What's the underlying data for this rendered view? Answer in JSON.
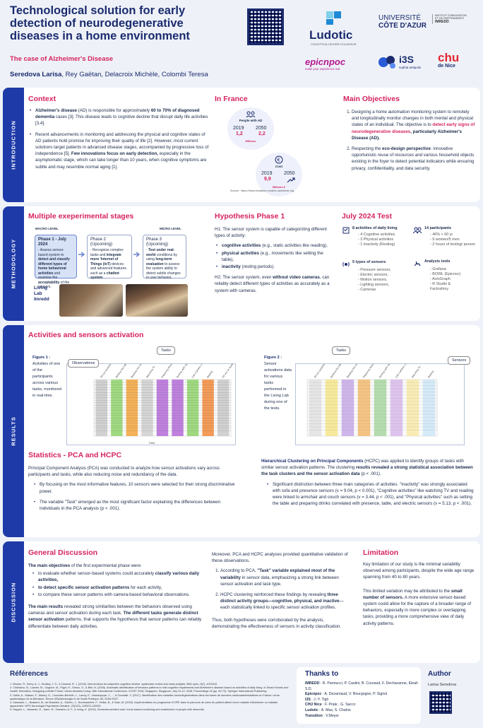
{
  "header": {
    "title": "Technological solution for early detection of neurodegenerative diseases in a home environment",
    "subtitle": "The case of Alzheimer's Disease",
    "author_main": "Seredova Larisa",
    "authors_rest": ", Rey Gaëtan, Delacroix Michèle, Colombi Teresa",
    "logos": {
      "ludotic": "Ludotic",
      "ludotic_tag": "CONCEPTION CENTRÉE UTILISATEUR",
      "uca_1": "UNIVERSITÉ",
      "uca_2": "CÔTE D'AZUR",
      "imredd_1": "INSTITUT D'INNOVATION",
      "imredd_2": "ET DE PARTENARIATS",
      "imredd_3": "IMREDD",
      "epicnpoc": "epicnpoc",
      "epicnpoc_tag": "make your experience real",
      "i3s": "i3S",
      "i3s_tag": "sophia antipolis",
      "chu_1": "chu",
      "chu_2": "de Nice"
    }
  },
  "sections": {
    "intro": "INTRODUCTION",
    "method": "METHODOLOGY",
    "results": "RESULTS",
    "discussion": "DISCUSSION"
  },
  "context": {
    "title": "Context",
    "p1_a": "Alzheimer's disease",
    "p1_b": " (AD) is responsible for approximately ",
    "p1_c": "60 to 70% of diagnosed dementia",
    "p1_d": " cases [3]. This disease leads to cognitive decline that disrupt daily life activities [3,4].",
    "p2_a": "Recent advancements in monitoring and addressing the physical and cognitive states of AD patients hold promise for improving their quality of life [2]. However, most current solutions target patients in advanced disease stages, accompanied by progressive loss of independence [5]. ",
    "p2_b": "Few innovations focus on early detection,",
    "p2_c": " especially in the asymptomatic stage, which can take longer than 10 years, when cognitive symptoms are subtle and may resemble normal aging [1]."
  },
  "france": {
    "title": "In France",
    "people_label": "People with AD",
    "y1": "2019",
    "v1": "1,2",
    "y2": "2050",
    "v2": "2,2",
    "unit1": "Millions",
    "cost_label": "Cost",
    "cy1": "2019",
    "cv1": "9,9",
    "cy2": "2050",
    "unit2": "Billions €",
    "source": "Source : https://www.fondation-mederic-alzheimer.org"
  },
  "objectives": {
    "title": "Main Objectives",
    "o1_a": "Designing a home automation monitoring system to remotely and longitudinally monitor changes in both mental and physical states of an individual. The objective is to ",
    "o1_b": "detect early signs of neurodegenerative diseases",
    "o1_c": ", particularly Alzheimer's Disease (AD).",
    "o2_a": "Respecting the ",
    "o2_b": "eco-design perspective",
    "o2_c": ": innovative opportunistic reuse of resources and various household objects existing in the foyer to detect potential indicators while ensuring privacy, confidentiality, and data security."
  },
  "stages": {
    "title": "Multiple exeperimental stages",
    "macro": "MACRO LEVEL",
    "micro": "MICRO LEVEL",
    "s1_t": "Phase 1 - July 2024",
    "s1_a": "- Assess sensor-based system to ",
    "s1_b": "detect and classify different types of home behavioral activities",
    "s1_c": " and examine the ",
    "s1_d": "acceptability",
    "s1_e": " of the sensors.",
    "s2_t": "Phase 2 (Upcoming)",
    "s2_a": "- Recognize complex tasks and ",
    "s2_b": "integrate more 'Internet of Things (IoT)",
    "s2_c": " devices",
    "s2_d": " and advanced features such as a ",
    "s2_e": "chatbot system",
    "s2_f": ".",
    "s3_t": "Phase 3 (Upcoming)",
    "s3_a": "- ",
    "s3_b": "Test under real-world",
    "s3_c": " conditions by using ",
    "s3_d": "long-term evaluation",
    "s3_e": " to assess the system ability to detect subtle changes in user behavior.",
    "living_lab": "Living Lab Imredd"
  },
  "hypothesis": {
    "title": "Hypothesis Phase 1",
    "h1": "H1: The sensor system is capable of categorizing different types of activity:",
    "b1_a": "cognitive activities",
    "b1_b": " (e.g., static activities like reading),",
    "b2_a": "physical activities",
    "b2_b": " (e.g., movements like setting the table),",
    "b3_a": "inactivity",
    "b3_b": " (resting periods).",
    "h2_a": "H2: The sensor system, even ",
    "h2_b": "without video cameras",
    "h2_c": ", can reliably detect different types of activities as accurately as a system with cameras."
  },
  "test": {
    "title": "July 2024 Test",
    "act_t": "8 activities of daily living",
    "act_items": [
      "- 4 Cognitive activities",
      "- 3 Physical activities",
      "- 1 Inactivity (Resting)"
    ],
    "part_t": "14 participants",
    "part_items": [
      "- 46% < 60 yr",
      "- 9 women/5 men",
      "- 2 hours of testing/ person"
    ],
    "sens_t": "5 types of sensors",
    "sens_items": [
      "- Pressure sensors,",
      "- Electric sensors,",
      "- Motion sensors,",
      "- Lighting sensors,",
      "- Cameras"
    ],
    "tools_t": "Analysis tools",
    "tools_items": [
      "- Grafana",
      "- BOWL (Epicnoc)",
      "- ActoGraph",
      "- R Studio &",
      "  Factoshiny"
    ]
  },
  "activities": {
    "title": "Activities and sensors activation",
    "fig1_a": "Figure 1 :",
    "fig1_b": " Activities of one of the participants across various tasks, monitored in real-time.",
    "fig2_a": "Figure 2 :",
    "fig2_b": " Sensor activations data for various tasks performed in the Living Lab during one of the tests.",
    "observations": "Observations",
    "tasks": "Tasks",
    "sensors": "Sensors",
    "time_label": "Time"
  },
  "chart_data": [
    {
      "type": "heatmap",
      "title": "",
      "xlabel": "Time",
      "tasks_columns": [
        "Fill out questionnaire",
        "Setting the table",
        "Reading the newspaper",
        "Watching TV",
        "Preparing breakfast",
        "Sorting with tools",
        "Call a phone call",
        "Resting",
        "Fill out an questionnaire"
      ],
      "column_colors": [
        "#c9c9c9",
        "#8fd36a",
        "#f2a33a",
        "#cfcfcf",
        "#b46ad8",
        "#b46ad8",
        "#8fd36a",
        "#f28a3a",
        "#c9c9c9"
      ]
    },
    {
      "type": "heatmap",
      "title": "",
      "xlabel": "",
      "tasks_columns": [
        "Fill out questionnaire",
        "Setting the table",
        "Reading the newspaper",
        "Preparing breakfast",
        "Sorting with tools",
        "Call a phone call",
        "Watching TV",
        "Resting"
      ],
      "column_colors": [
        "#e0e0e0",
        "#f4e58a",
        "#c5a8e6",
        "#f2b86c",
        "#a7d6a0",
        "#d7b8ea",
        "#f7e7a8",
        "#cde6f5"
      ]
    }
  ],
  "statistics": {
    "title": "Statistics  - PCA and HCPC",
    "p1": "Principal Component Analysis (PCA) was conducted to analyze how sensor activations vary across participants and tasks, while also reducing noise and redundancy of the data.",
    "b1": "By focusing on the most informative features, 10 sensors were selected for their strong discriminative power.",
    "b2": "The variable \"Task\" emerged as the most significant factor explaining the differences between individuals in the PCA analysis (p < .001).",
    "r1_a": "Hierarchical Clustering on Principal Components",
    "r1_b": " (HCPC) was applied to identify groups of tasks with similar sensor activation patterns. The clustering ",
    "r1_c": "results revealed a strong statistical association between the task clusters and the sensor activation data",
    "r1_d": " (p < .001).",
    "r2": "Significant distinction between three main categories of activities. \"Inactivity\" was strongly associated with sofa and presence sensors (v = 9.04, p < 0.001), \"Cognitive activities\" like watching TV and reading were linked to armchair and couch sensors (v = 3.44, p < .001), and \"Physical activities\" such as setting the table and preparing drinks correlated with presence, table, and electric sensors (v = 5.13, p < .001)."
  },
  "discussion": {
    "title": "General Discussion",
    "intro_a": "The main objectives",
    "intro_b": " of the first experimental phase were:",
    "d1_a": "to evaluate whether sensor-based systems could accurately ",
    "d1_b": "classify various daily activities,",
    "d2_a": "to detect specific sensor activation patterns",
    "d2_b": " for each activity,",
    "d3": "to compare these sensor patterns with camera-based behavioral observations.",
    "p2_a": "The main results",
    "p2_b": " revealed strong similarities between the behaviors observed using cameras and sensor activation during each task. ",
    "p2_c": "The different tasks generate distinct sensor activation",
    "p2_d": " patterns, that supports the hypothesis that sensor patterns can reliably differentiate between daily activities.",
    "m1": "Moreover, PCA and HCPC analyses provided quantitative validation of these observations.",
    "m2_a": "According to PCA, ",
    "m2_b": "\"Task\" variable explained most of the variability",
    "m2_c": " in sensor data, emphasizing a strong link between sensor activation and task type.",
    "m3_a": "HCPC clustering reinforced these findings by revealing ",
    "m3_b": "three distinct activity groups—cognitive, physical, and inactive",
    "m3_c": "—each statistically linked to specific sensor activation profiles.",
    "m4": "Thus, both hypotheses were corroborated by the analysis, demonstrating the effectiveness of sensors in activity classification."
  },
  "limitation": {
    "title": "Limitation",
    "p1": "Key limitation of our study is the minimal variability observed among participants, despite the wide age range spanning from 40 to 80 years.",
    "p2_a": "This limited variation may be attributed to the ",
    "p2_b": "small number of sensors.",
    "p2_c": " A more extensive sensor-based system could allow for the capture of a broader range of behaviors, especially in more complex or overlapping tasks, providing a more comprehensive view of daily activity patterns."
  },
  "references": {
    "title": "Références",
    "items": [
      "1.    Bhome, R., Berry, A. J., Huntley, J. D., & Howard, R. J. (2018). Interventions for subjective cognitive decline: systematic review and meta-analysis. BMJ open, 8(7), e021610.",
      "2.    Chikhaoui, B., Lussier, M., Gagnon, M., Pigot, H., Giroux, S., & Bier, N. (2018). Automatic identification of behavior patterns in mild cognitive impairments and Alzheimer's disease based on activities of daily living. In Smart Homes and Health Telematics, Designing a Better Future: Urban Assisted Living: 16th International Conference, ICOST 2018, Singapore, Singapore, July 10-12, 2018, Proceedings 16 (pp. 60-72). Springer International Publishing.",
      "3.    Gallis, A., Maisan, F., Mauny, G., Curcudeu-Bertolin, L., Lanoy, E., Hauserpuyer, J., ... & Gonzalle, V. (2017). Identification des maladies neurodégénératives dans les bases de données médicoadministratives en France: revue systématique de la littérature. Revue d'Épidémiologie et de Santé Publique, 65, S183-S197.",
      "4.    Gassiane, L., Boaland, M., de Maulden, A., Delrieu, J., Nourhashémi, F., Vellas, B., & Sato, M. (2020). Implémentation du programme ICOPE dans le parcours de soins du patient atteint d'une maladie d'Alzheimer ou maladie apparentée. NPG Neurologie-Psychiatrie-Gériatrie, 20(120), 120523-120532.",
      "5.    Hayyen, L., Newman, E., Jiano, R., Smeaton, A. F., & Irving, K. (2015). Dementia ambient care: home-based monitoring and enablement of people with dementia."
    ]
  },
  "thanks": {
    "title": "Thanks to",
    "lines": [
      [
        "IMREDD",
        " : R. Pannucci, P. Castini, B. Couraud, F. Dechavanne, Eleah  S.D."
      ],
      [
        "Epicnpoc",
        " : A. Dezarnaud, V. Bourgogne, P. Sigrist"
      ],
      [
        "I3S",
        " : J.-Y. Tigli"
      ],
      [
        "CHU Nice",
        " : F. Prate  , G. Sacco"
      ],
      [
        "Ludotic",
        " : A. Mas, S. Chaîne"
      ],
      [
        "Transition",
        " : V.Meyer"
      ]
    ]
  },
  "author": {
    "title": "Author",
    "name": "Larisa Seredova"
  },
  "colors": {
    "navy": "#1b2b6e",
    "pink": "#d6245e",
    "sidebar": "#1e3aa8",
    "background": "#eef2f8"
  }
}
